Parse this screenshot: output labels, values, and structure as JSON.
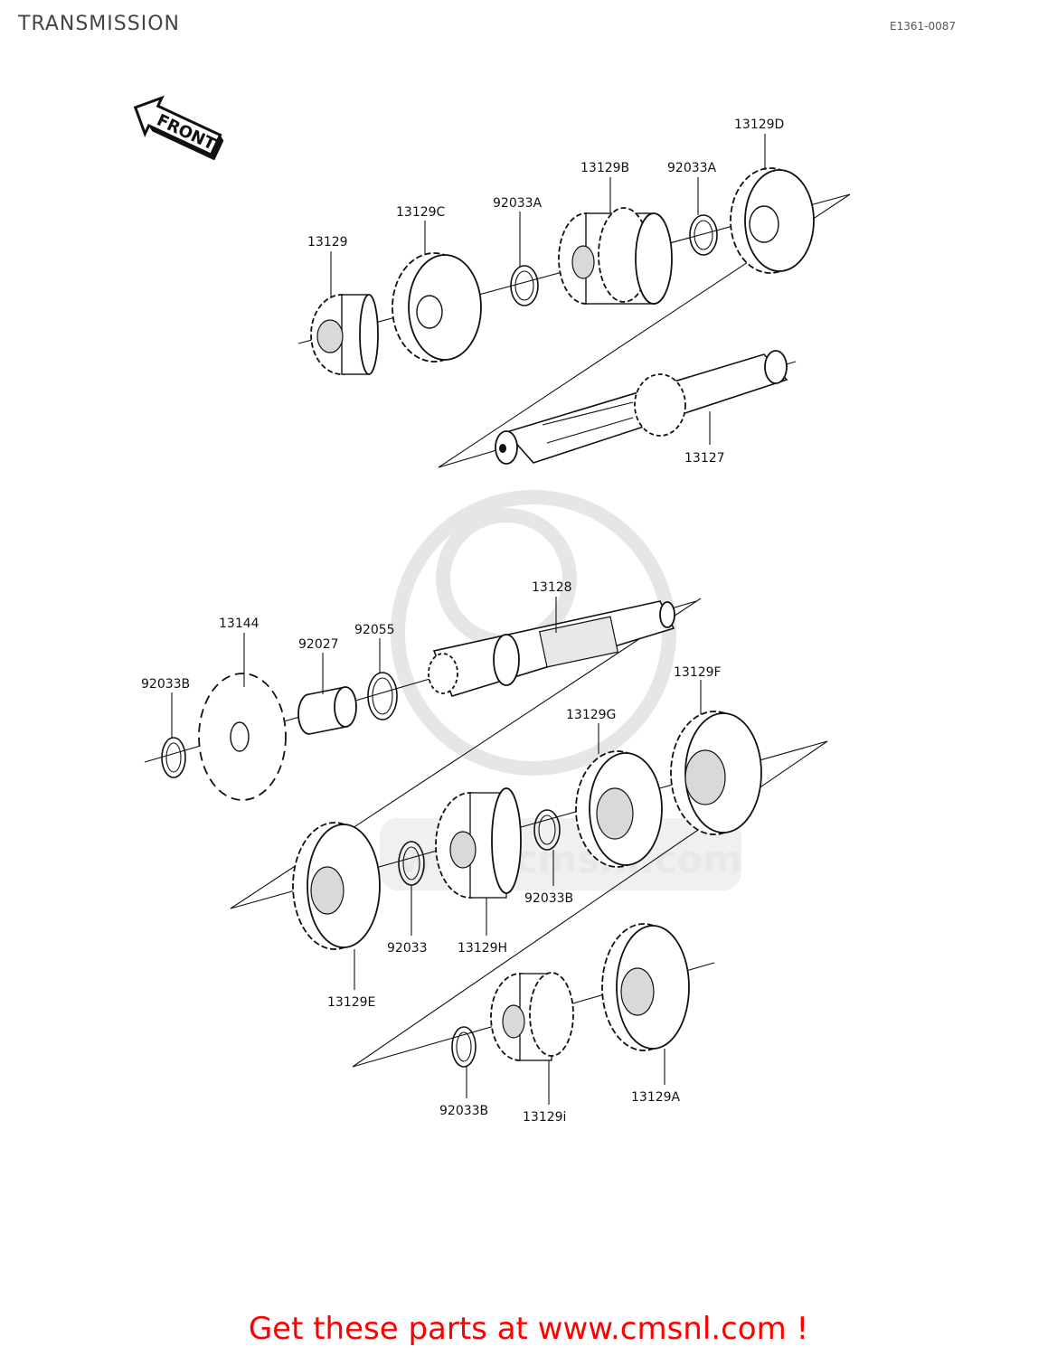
{
  "header": {
    "title": "TRANSMISSION",
    "drawing_code": "E1361-0087"
  },
  "orientation": {
    "front_label": "FRONT"
  },
  "watermark": {
    "text": "www.cmsnl.com"
  },
  "parts": {
    "input_group": [
      {
        "id": "p13129",
        "label": "13129"
      },
      {
        "id": "p13129C",
        "label": "13129C"
      },
      {
        "id": "p92033A_1",
        "label": "92033A"
      },
      {
        "id": "p13129B",
        "label": "13129B"
      },
      {
        "id": "p92033A_2",
        "label": "92033A"
      },
      {
        "id": "p13129D",
        "label": "13129D"
      },
      {
        "id": "p13127",
        "label": "13127"
      }
    ],
    "output_group": [
      {
        "id": "p13128",
        "label": "13128"
      },
      {
        "id": "p13144",
        "label": "13144"
      },
      {
        "id": "p92027",
        "label": "92027"
      },
      {
        "id": "p92055",
        "label": "92055"
      },
      {
        "id": "p92033B_1",
        "label": "92033B"
      },
      {
        "id": "p13129F",
        "label": "13129F"
      },
      {
        "id": "p13129G",
        "label": "13129G"
      },
      {
        "id": "p92033B_2",
        "label": "92033B"
      },
      {
        "id": "p92033",
        "label": "92033"
      },
      {
        "id": "p13129H",
        "label": "13129H"
      },
      {
        "id": "p13129E",
        "label": "13129E"
      },
      {
        "id": "p92033B_3",
        "label": "92033B"
      },
      {
        "id": "p13129i",
        "label": "13129i"
      },
      {
        "id": "p13129A",
        "label": "13129A"
      }
    ]
  },
  "footer": {
    "cta": "Get these parts at www.cmsnl.com !"
  }
}
